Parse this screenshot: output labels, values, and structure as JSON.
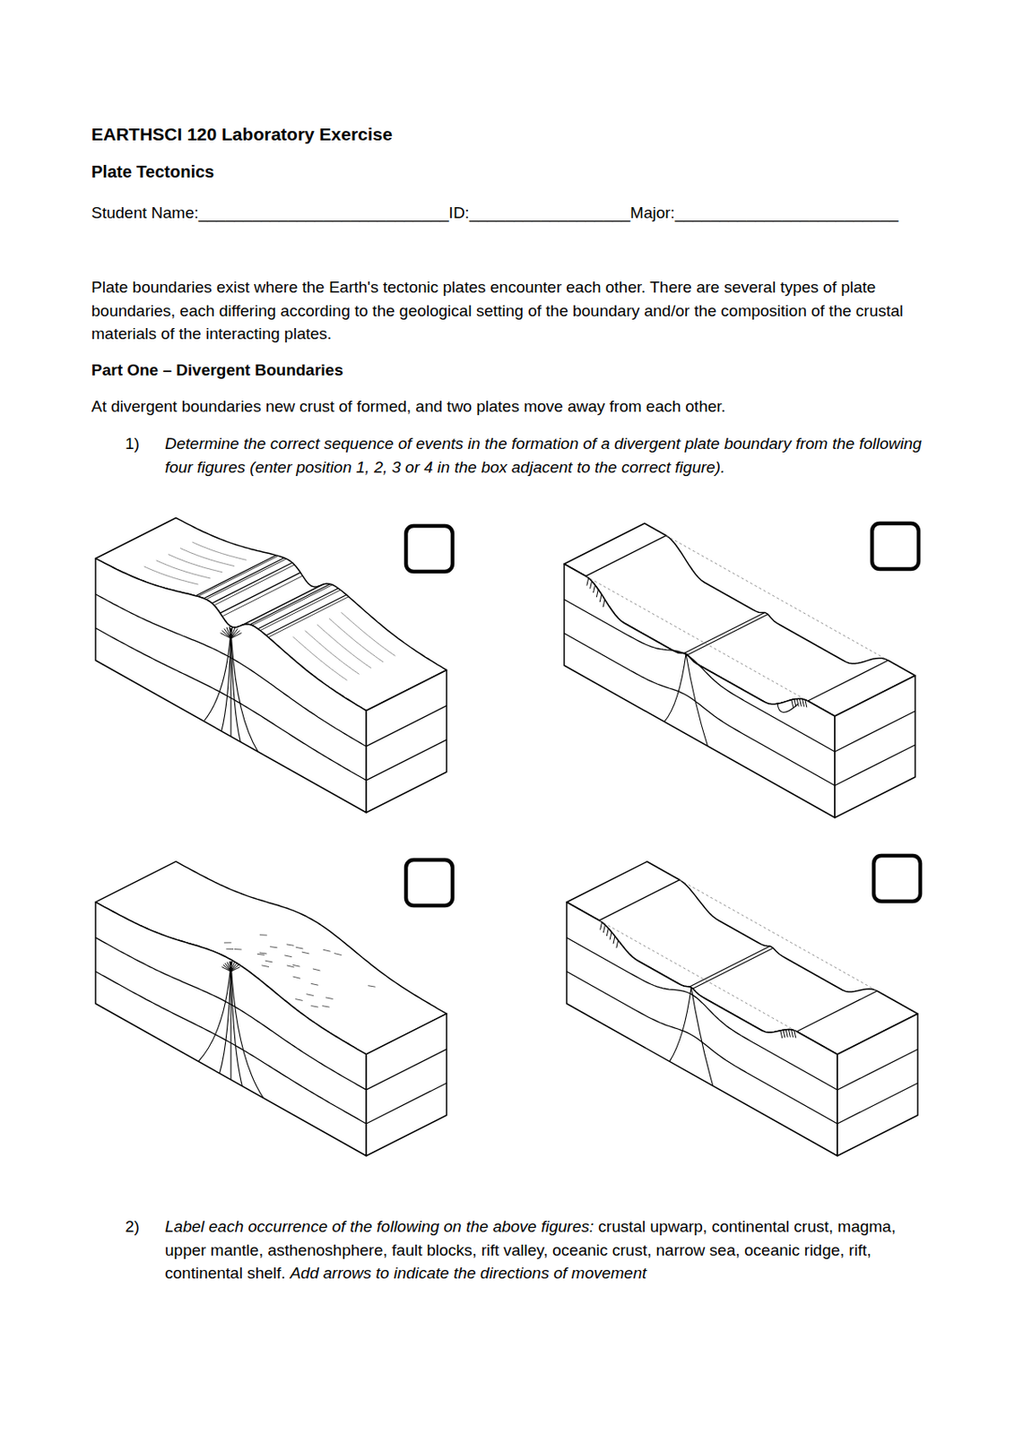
{
  "diagram": {
    "title": "EARTHSCI 120 Laboratory Exercise",
    "labels": [
      "Plate Tectonics",
      "Student Name:____________________________ID:__________________Major:_________________________",
      "Plate boundaries exist where the Earth's tectonic plates encounter each other. There are several types of plate boundaries, each differing according to the geological setting of the boundary and/or the composition of the crustal materials of the interacting plates.",
      "Part One – Divergent Boundaries",
      "At divergent boundaries new crust of formed, and two plates move away from each other.",
      "1)",
      "Determine the correct sequence of events in the formation of a divergent plate boundary from the following four figures (enter position 1, 2, 3 or 4 in the box adjacent to the correct figure).",
      "2)",
      "Label each occurrence of the following on the above figures:",
      "crustal upwarp, continental crust, magma, upper mantle, asthenoshphere, fault blocks, rift valley, oceanic crust, narrow sea, oceanic ridge, rift, continental shelf.",
      "Add arrows to indicate the directions of movement"
    ]
  }
}
